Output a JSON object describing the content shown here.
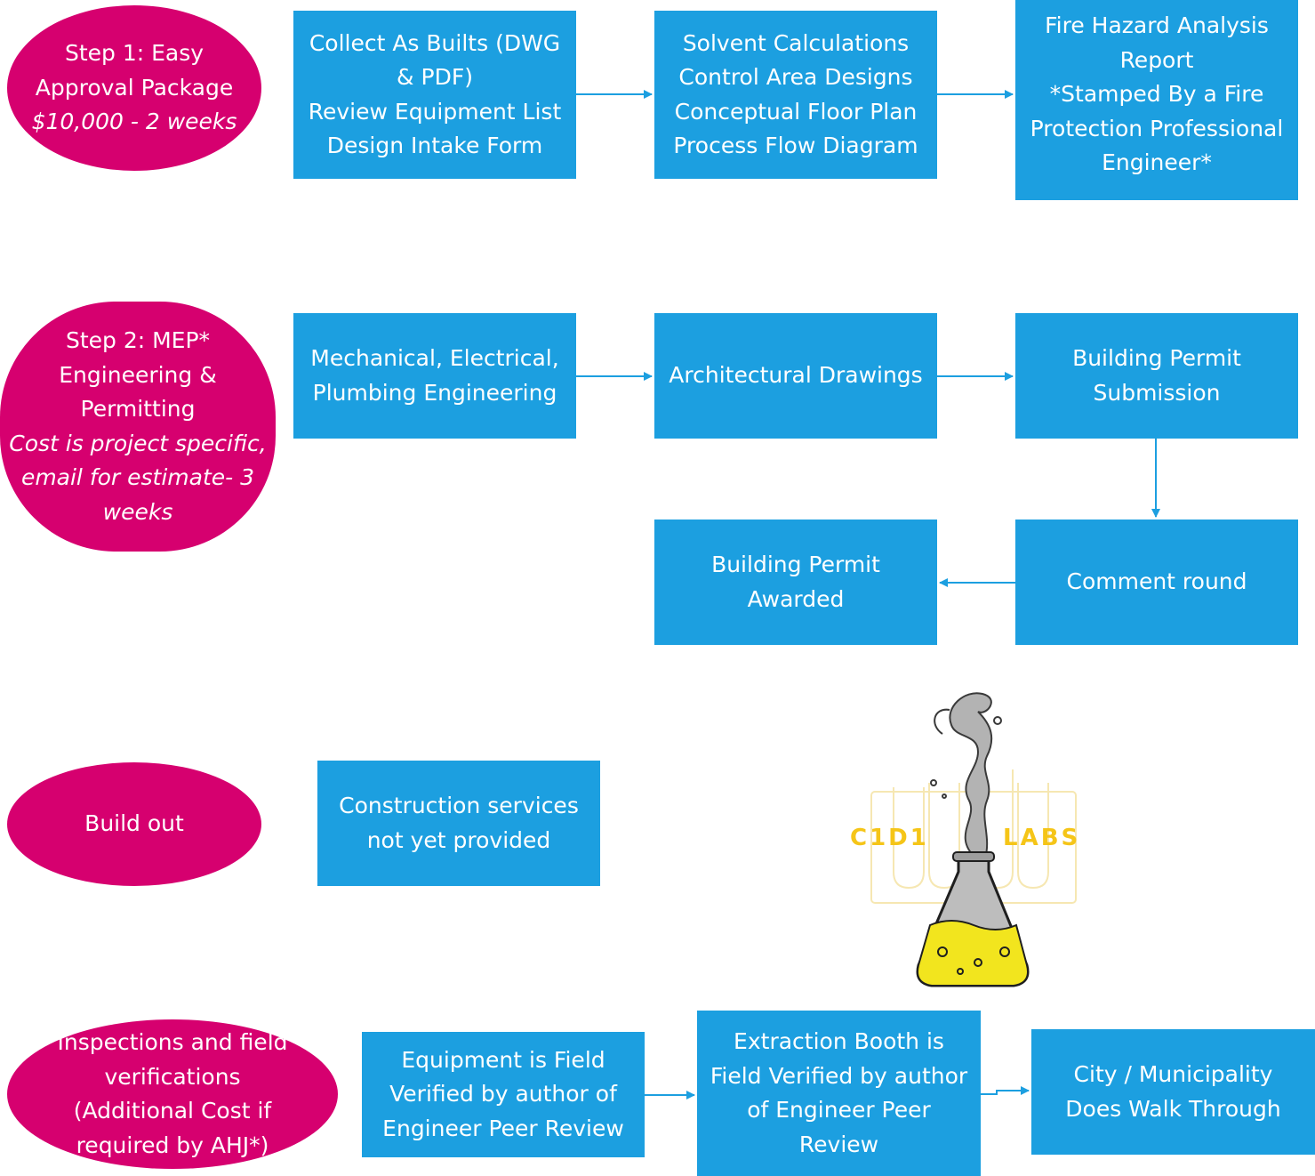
{
  "colors": {
    "step_pill": "#d6006f",
    "process_box": "#1c9fe0",
    "arrow": "#1c9fe0",
    "logo_text": "#f5c518",
    "flask_liquid": "#f2e51e"
  },
  "step1": {
    "pill": {
      "line1": "Step 1: Easy",
      "line2": "Approval Package",
      "line3": "$10,000 - 2 weeks"
    },
    "box_collect": {
      "line1": "Collect As Builts (DWG",
      "line2": "& PDF)",
      "line3": "Review Equipment List",
      "line4": "Design Intake Form"
    },
    "box_solvent": {
      "line1": "Solvent Calculations",
      "line2": "Control Area Designs",
      "line3": "Conceptual Floor Plan",
      "line4": "Process Flow Diagram"
    },
    "box_fire": {
      "line1": "Fire Hazard Analysis",
      "line2": "Report",
      "line3": "*Stamped By a Fire",
      "line4": "Protection Professional",
      "line5": "Engineer*"
    }
  },
  "step2": {
    "pill": {
      "line1": "Step 2: MEP*",
      "line2": "Engineering &",
      "line3": "Permitting",
      "line4": "Cost is project specific,",
      "line5": "email for estimate- 3",
      "line6": "weeks"
    },
    "box_mep": {
      "line1": "Mechanical, Electrical,",
      "line2": "Plumbing Engineering"
    },
    "box_arch": {
      "line1": "Architectural Drawings"
    },
    "box_submission": {
      "line1": "Building Permit",
      "line2": "Submission"
    },
    "box_comment": {
      "line1": "Comment round"
    },
    "box_awarded": {
      "line1": "Building Permit",
      "line2": "Awarded"
    }
  },
  "step3": {
    "pill": {
      "line1": "Build out"
    },
    "box_construction": {
      "line1": "Construction services",
      "line2": "not yet provided"
    }
  },
  "step4": {
    "pill": {
      "line1": "Inspections and field",
      "line2": "verifications",
      "line3": "(Additional Cost if",
      "line4": "required by AHJ*)"
    },
    "box_equipment": {
      "line1": "Equipment is Field",
      "line2": "Verified by author of",
      "line3": "Engineer Peer Review"
    },
    "box_booth": {
      "line1": "Extraction Booth is",
      "line2": "Field Verified by author",
      "line3": "of Engineer Peer",
      "line4": "Review"
    },
    "box_city": {
      "line1": "City / Municipality",
      "line2": "Does Walk Through"
    }
  },
  "logo": {
    "left_text": "C1D1",
    "right_text": "LABS"
  }
}
